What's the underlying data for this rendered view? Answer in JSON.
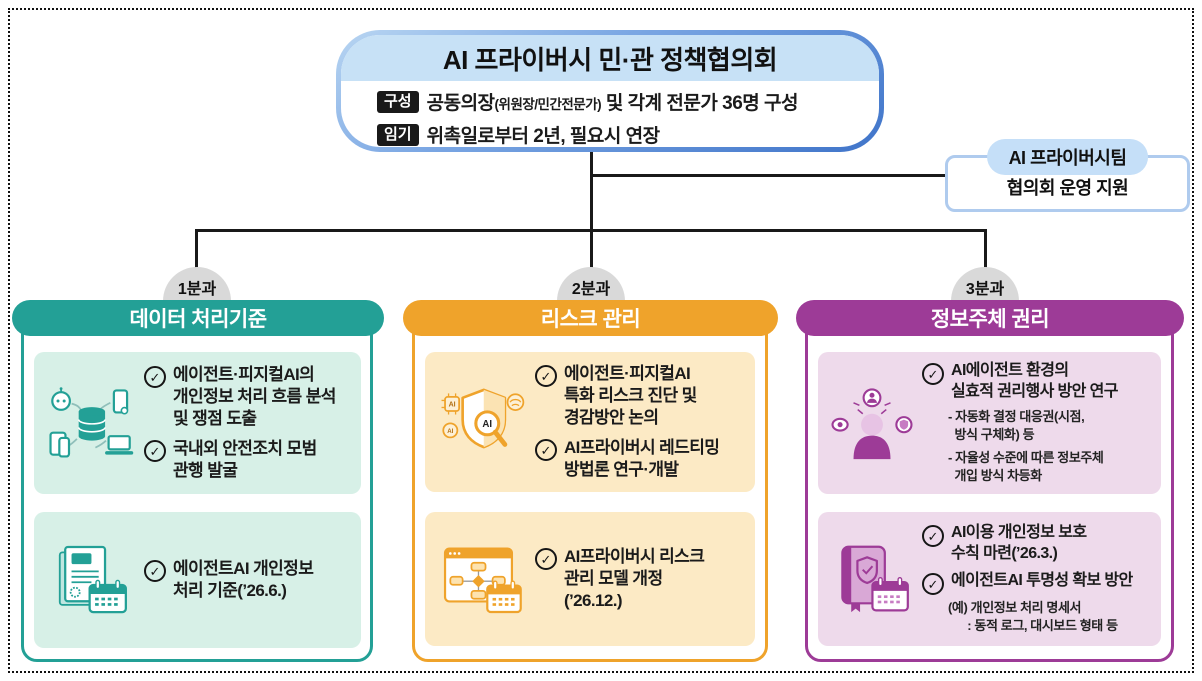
{
  "frame": {
    "border_color": "#111111"
  },
  "icons": {
    "check": "✓",
    "ai_label": "AI"
  },
  "header": {
    "title": "AI 프라이버시 민·관 정책협의회",
    "title_bg": "#c7e1f6",
    "border_accent": "#4d7fd0",
    "composition_badge": "구성",
    "composition_main": "공동의장",
    "composition_small": "(위원장/민간전문가)",
    "composition_rest": " 및 각계 전문가 36명 구성",
    "term_badge": "임기",
    "term_text": "위촉일로부터 2년, 필요시 연장"
  },
  "support_box": {
    "label": "AI 프라이버시팀",
    "text": "협의회 운영 지원",
    "border_color": "#afcbee",
    "label_bg": "#c5dff8"
  },
  "columns": [
    {
      "tab": "1분과",
      "title": "데이터 처리기준",
      "accent": "#23a096",
      "card_bg": "#d7f0e7",
      "cards": [
        {
          "icon": "data-flow-icon",
          "items": [
            {
              "text": "에이전트·피지컬AI의\n개인정보 처리 흐름 분석\n및 쟁점 도출"
            },
            {
              "text": "국내외 안전조치 모범\n관행 발굴"
            }
          ]
        },
        {
          "icon": "document-calendar-icon",
          "items": [
            {
              "text": "에이전트AI 개인정보\n처리 기준(’26.6.)"
            }
          ]
        }
      ]
    },
    {
      "tab": "2분과",
      "title": "리스크 관리",
      "accent": "#efa32b",
      "card_bg": "#fceac5",
      "cards": [
        {
          "icon": "shield-magnifier-icon",
          "items": [
            {
              "text": "에이전트·피지컬AI\n특화 리스크 진단 및\n경감방안 논의"
            },
            {
              "text": "AI프라이버시 레드티밍\n방법론 연구·개발"
            }
          ]
        },
        {
          "icon": "flowchart-calendar-icon",
          "items": [
            {
              "text": "AI프라이버시 리스크\n관리 모델 개정\n(’26.12.)"
            }
          ]
        }
      ]
    },
    {
      "tab": "3분과",
      "title": "정보주체 권리",
      "accent": "#9d3b97",
      "card_bg": "#eedaeb",
      "cards": [
        {
          "icon": "person-rights-icon",
          "items": [
            {
              "text": "AI에이전트 환경의\n실효적 권리행사 방안 연구",
              "subs": [
                "- 자동화 결정 대응권(시점,\n  방식 구체화) 등",
                "- 자율성 수준에 따른 정보주체\n  개입 방식 차등화"
              ]
            }
          ]
        },
        {
          "icon": "book-calendar-icon",
          "items": [
            {
              "text": "AI이용 개인정보 보호\n수칙 마련(’26.3.)"
            },
            {
              "text": "에이전트AI 투명성 확보 방안",
              "subs": [
                "(예) 개인정보 처리 명세서\n      : 동적 로그, 대시보드 형태 등"
              ]
            }
          ]
        }
      ]
    }
  ]
}
